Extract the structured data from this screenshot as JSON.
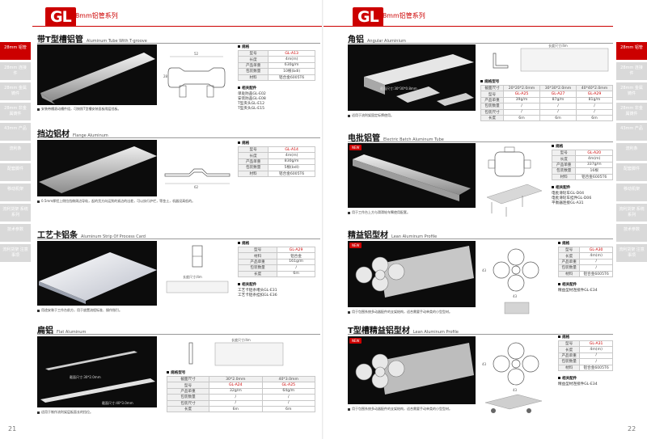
{
  "header": {
    "logo": "GL",
    "series_left": "28mm铝管系列",
    "series_right": "28mm铝管系列"
  },
  "sidebar_left": [
    {
      "label": "28mm 铝管",
      "active": true
    },
    {
      "label": "28mm 连接件",
      "active": false
    },
    {
      "label": "28mm 金属铸件",
      "active": false
    },
    {
      "label": "28mm 非金属铸件",
      "active": false
    },
    {
      "label": "43mm 产品",
      "active": false
    },
    {
      "label": "流利条",
      "active": false
    },
    {
      "label": "配套脚件",
      "active": false
    },
    {
      "label": "移动机架",
      "active": false
    },
    {
      "label": "流利货架 系统系列",
      "active": false
    },
    {
      "label": "技术参数",
      "active": false
    },
    {
      "label": "流利货架 注意事项",
      "active": false
    }
  ],
  "sidebar_right": [
    {
      "label": "28mm 铝管",
      "active": true
    },
    {
      "label": "28mm 连接件",
      "active": false
    },
    {
      "label": "28mm 金属铸件",
      "active": false
    },
    {
      "label": "28mm 非金属铸件",
      "active": false
    },
    {
      "label": "43mm 产品",
      "active": false
    },
    {
      "label": "流利条",
      "active": false
    },
    {
      "label": "配套脚件",
      "active": false
    },
    {
      "label": "移动机架",
      "active": false
    },
    {
      "label": "流利货架 系统系列",
      "active": false
    },
    {
      "label": "技术参数",
      "active": false
    },
    {
      "label": "流利货架 注意事项",
      "active": false
    }
  ],
  "sections": {
    "s1": {
      "title": "带T型槽铝管",
      "subtitle": "Aluminum Tube With T-groove",
      "caption": "安装带槽滚动槽件组，可按照T型槽安装面板隔层挡板。",
      "dims": [
        "52",
        "28"
      ],
      "spec_title": "规格",
      "spec": [
        [
          "型号",
          "GL-A13"
        ],
        [
          "长度",
          "4m(m)"
        ],
        [
          "产品单重",
          "630g/m"
        ],
        [
          "包装数量",
          "10根(bdl)"
        ],
        [
          "材料",
          "铝合金6005T6"
        ]
      ],
      "acc_title": "相关配件",
      "acc": [
        [
          "单处防盖",
          "GL-E02"
        ],
        [
          "安装防盖",
          "GL-E08"
        ],
        [
          "T型夹头",
          "GL-E12"
        ],
        [
          "T型夹头",
          "GL-E15"
        ]
      ]
    },
    "s2": {
      "title": "挡边铝材",
      "subtitle": "Flange Aluminum",
      "caption": "0.5mm厚铝上侧拉挡做周边导轨，起的货方向运到的紧边的出差，可以执行护栏，等垫土，机器设高低的。",
      "dims": [
        "62"
      ],
      "spec_title": "规格",
      "spec": [
        [
          "型号",
          "GL-A14"
        ],
        [
          "长度",
          "4m(m)"
        ],
        [
          "产品单重",
          "830g/m"
        ],
        [
          "包装数量",
          "5根(bdl)"
        ],
        [
          "材料",
          "铝合金6005T6"
        ]
      ]
    },
    "s3": {
      "title": "工艺卡铝条",
      "subtitle": "Aluminum Strip Of Process Card",
      "caption": "用途安装于工作台前方，用于放置流程标准、操作指引。",
      "dim_label": "长度尺寸/4m",
      "spec_title": "规格",
      "spec": [
        [
          "型号",
          "GL-A29"
        ],
        [
          "材料",
          "铝合金"
        ],
        [
          "产品单重",
          "161g/m"
        ],
        [
          "包装数量",
          "/"
        ],
        [
          "长度",
          "6m"
        ]
      ],
      "acc_title": "相关配件",
      "acc": [
        [
          "工艺卡铝条堵头",
          "GL-E31"
        ],
        [
          "工艺卡铝条挂扣",
          "GL-E36"
        ]
      ]
    },
    "s4": {
      "title": "扁铝",
      "subtitle": "Flat Aluminum",
      "caption": "适用于制作流利架层板面长的挡位。",
      "label_a": "截面尺寸:30*2.0mm",
      "label_b": "截面尺寸:40*3.0mm",
      "dim_label": "长度尺寸/4m",
      "spec_title": "规格型号",
      "spec_head": [
        "截面尺寸",
        "30*2.0mm",
        "40*3.0mm"
      ],
      "spec": [
        [
          "型号",
          "GL-A24",
          "GL-A25"
        ],
        [
          "产品单重",
          "32g/m",
          "64g/m"
        ],
        [
          "包装数量",
          "/",
          "/"
        ],
        [
          "包装尺寸",
          "/",
          "/"
        ],
        [
          "长度",
          "6m",
          "6m"
        ]
      ]
    },
    "s5": {
      "title": "角铝",
      "subtitle": "Angular Aluminium",
      "caption": "适用于流利架固定标牌使用。",
      "photo_label": "截面尺寸:30*30*0.8mm",
      "dim_label": "长度尺寸/4m",
      "spec_title": "规格型号",
      "spec_head": [
        "截面尺寸",
        "20*20*2.0mm",
        "30*30*2.0mm",
        "40*40*2.0mm"
      ],
      "spec": [
        [
          "型号",
          "GL-A25",
          "GL-A27",
          "GL-A29"
        ],
        [
          "产品单重",
          "39g/m",
          "87g/m",
          "81g/m"
        ],
        [
          "包装数量",
          "/",
          "/",
          "/"
        ],
        [
          "包装尺寸",
          "/",
          "/",
          "/"
        ],
        [
          "长度",
          "6m",
          "6m",
          "6m"
        ]
      ]
    },
    "s6": {
      "title": "电批铝管",
      "subtitle": "Electric Batch Aluminum Tube",
      "badge": "NEW",
      "caption": "用于工作台上方与滑滑轮车臂使用配套。",
      "spec_title": "规格",
      "spec": [
        [
          "型号",
          "GL-A20"
        ],
        [
          "长度",
          "4m(m)"
        ],
        [
          "产品单重",
          "337g/m"
        ],
        [
          "包装数量",
          "16根"
        ],
        [
          "材料",
          "铝合金6005T6"
        ]
      ],
      "acc_title": "相关配件",
      "acc": [
        [
          "电批滑轮车",
          "GL-D04"
        ],
        [
          "电批滑轮车挂件",
          "GL-D06"
        ],
        [
          "平衡器连接",
          "GL-A31"
        ]
      ]
    },
    "s7": {
      "title": "精益铝型材",
      "subtitle": "Lean Aluminum Profile",
      "badge": "NEW",
      "caption": "用于包围系统多动器配件的支架结构，适合需要手动单类的小型型材。",
      "dims": [
        "43",
        "43"
      ],
      "spec_title": "规格",
      "spec": [
        [
          "型号",
          "GL-A30"
        ],
        [
          "长度",
          "4m(m)"
        ],
        [
          "产品单重",
          "/"
        ],
        [
          "包装数量",
          "/"
        ],
        [
          "材料",
          "铝合金6005T6"
        ]
      ],
      "acc_title": "相关配件",
      "acc": [
        [
          "精益型材连接件",
          "GL-E34"
        ]
      ]
    },
    "s8": {
      "title": "T型槽精益铝型材",
      "subtitle": "Lean Aluminum Profile",
      "badge": "NEW",
      "caption": "用于包围系统多动器配件的支架结构，适合需要手动单类的小型型材。",
      "dims": [
        "43",
        "43"
      ],
      "spec_title": "规格",
      "spec": [
        [
          "型号",
          "GL-A31"
        ],
        [
          "长度",
          "4m(m)"
        ],
        [
          "产品单重",
          "/"
        ],
        [
          "包装数量",
          "/"
        ],
        [
          "材料",
          "铝合金6005T6"
        ]
      ],
      "acc_title": "相关配件",
      "acc": [
        [
          "精益型材连接件",
          "GL-E34"
        ]
      ]
    }
  },
  "page_numbers": {
    "left": "21",
    "right": "22"
  },
  "colors": {
    "accent": "#cc0000",
    "tab_inactive": "#d9d9d9"
  }
}
